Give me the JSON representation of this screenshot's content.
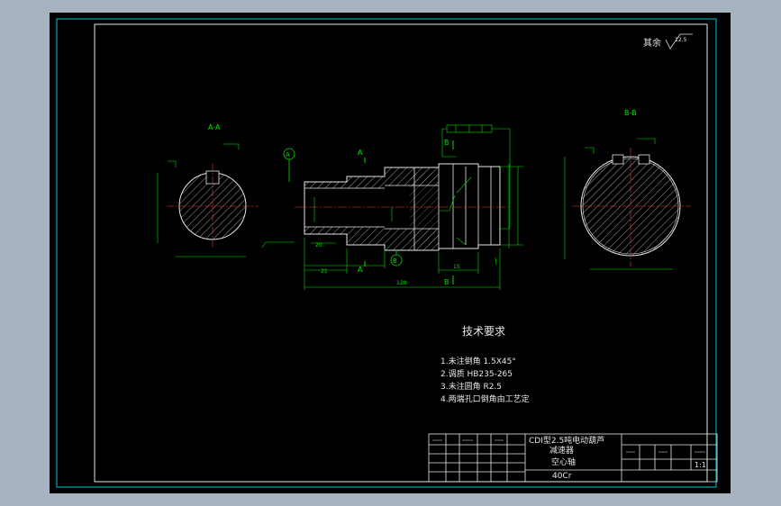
{
  "drawing": {
    "roughness_note": "其余",
    "roughness_value": "12.5",
    "section_a_label": "A-A",
    "section_b_label": "B-B",
    "cut_label_a": "A",
    "cut_label_b": "B",
    "datum_a": "A",
    "datum_b": "B",
    "dim_overall_length": "120",
    "dim_left_step": "21",
    "dim_20": "20",
    "dim_15": "15",
    "tech_title": "技术要求",
    "tech_items": [
      "1.未注倒角  1.5X45°",
      "2.调质 HB235-265",
      "3.未注圆角  R2.5",
      "4.两端孔口倒角由工艺定"
    ]
  },
  "title_block": {
    "product_name": "CDI型2.5吨电动葫芦",
    "product_sub": "减速器",
    "part_name": "空心轴",
    "material": "40Cr",
    "scale": "1:1"
  },
  "colors": {
    "frame": "#00c8d0",
    "lines": "#e6e6e6",
    "annotation": "#00e000",
    "centerline": "#ff3030",
    "background": "#000000"
  }
}
